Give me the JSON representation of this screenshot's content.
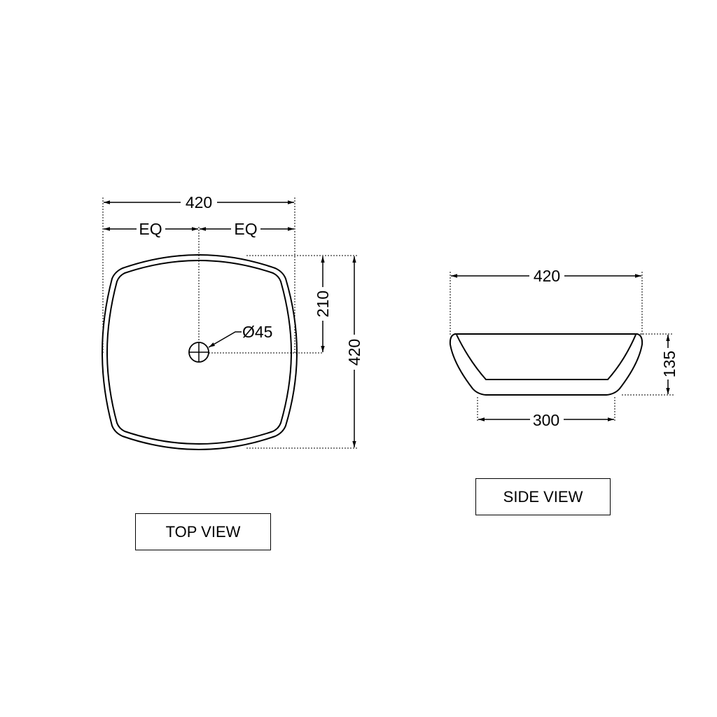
{
  "drawing": {
    "background": "#ffffff",
    "line_color": "#000000",
    "top_view": {
      "label": "TOP VIEW",
      "dimensions": {
        "overall_width": "420",
        "half_left": "EQ",
        "half_right": "EQ",
        "drain_offset": "210",
        "overall_depth": "420",
        "drain_diameter": "Ø45"
      }
    },
    "side_view": {
      "label": "SIDE VIEW",
      "dimensions": {
        "top_width": "420",
        "height": "135",
        "base_width": "300"
      }
    }
  }
}
